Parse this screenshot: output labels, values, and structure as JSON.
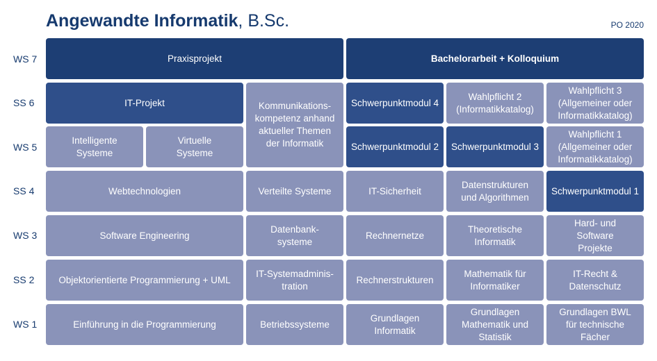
{
  "header": {
    "title_bold": "Angewandte Informatik",
    "title_rest": ", B.Sc.",
    "version": "PO 2020"
  },
  "colors": {
    "title": "#163a6e",
    "dark_module": "#1d3e74",
    "focus_module": "#2f4f8a",
    "regular_module": "#8a93b9"
  },
  "semesters": [
    "WS 7",
    "SS 6",
    "WS 5",
    "SS 4",
    "WS 3",
    "SS 2",
    "WS 1"
  ],
  "modules": {
    "praxisprojekt": "Praxisprojekt",
    "bachelorarbeit": "Bachelorarbeit + Kolloquium",
    "it_projekt": "IT-Projekt",
    "kommunikation": "Kommunikations-\nkompetenz anhand\naktueller Themen\nder Informatik",
    "schwerpunkt_4": "Schwerpunktmodul 4",
    "wahlpflicht_2": "Wahlpflicht 2\n(Informatikkatalog)",
    "wahlpflicht_3": "Wahlpflicht 3\n(Allgemeiner oder\nInformatikkatalog)",
    "intelligente_systeme": "Intelligente\nSysteme",
    "virtuelle_systeme": "Virtuelle\nSysteme",
    "schwerpunkt_2": "Schwerpunktmodul 2",
    "schwerpunkt_3": "Schwerpunktmodul 3",
    "wahlpflicht_1": "Wahlpflicht 1\n(Allgemeiner oder\nInformatikkatalog)",
    "webtechnologien": "Webtechnologien",
    "verteilte_systeme": "Verteilte Systeme",
    "it_sicherheit": "IT-Sicherheit",
    "datenstrukturen": "Datenstrukturen\nund Algorithmen",
    "schwerpunkt_1": "Schwerpunktmodul 1",
    "software_engineering": "Software Engineering",
    "datenbanksysteme": "Datenbank-\nsysteme",
    "rechnernetze": "Rechnernetze",
    "theoretische_informatik": "Theoretische\nInformatik",
    "hard_software": "Hard- und\nSoftware\nProjekte",
    "oop_uml": "Objektorientierte Programmierung + UML",
    "it_systemadministration": "IT-Systemadminis-\ntration",
    "rechnerstrukturen": "Rechnerstrukturen",
    "mathematik_informatiker": "Mathematik für\nInformatiker",
    "it_recht": "IT-Recht &\nDatenschutz",
    "einfuehrung_programmierung": "Einführung in die Programmierung",
    "betriebssysteme": "Betriebssysteme",
    "grundlagen_informatik": "Grundlagen\nInformatik",
    "grundlagen_mathematik": "Grundlagen\nMathematik und\nStatistik",
    "grundlagen_bwl": "Grundlagen BWL\nfür technische\nFächer"
  }
}
